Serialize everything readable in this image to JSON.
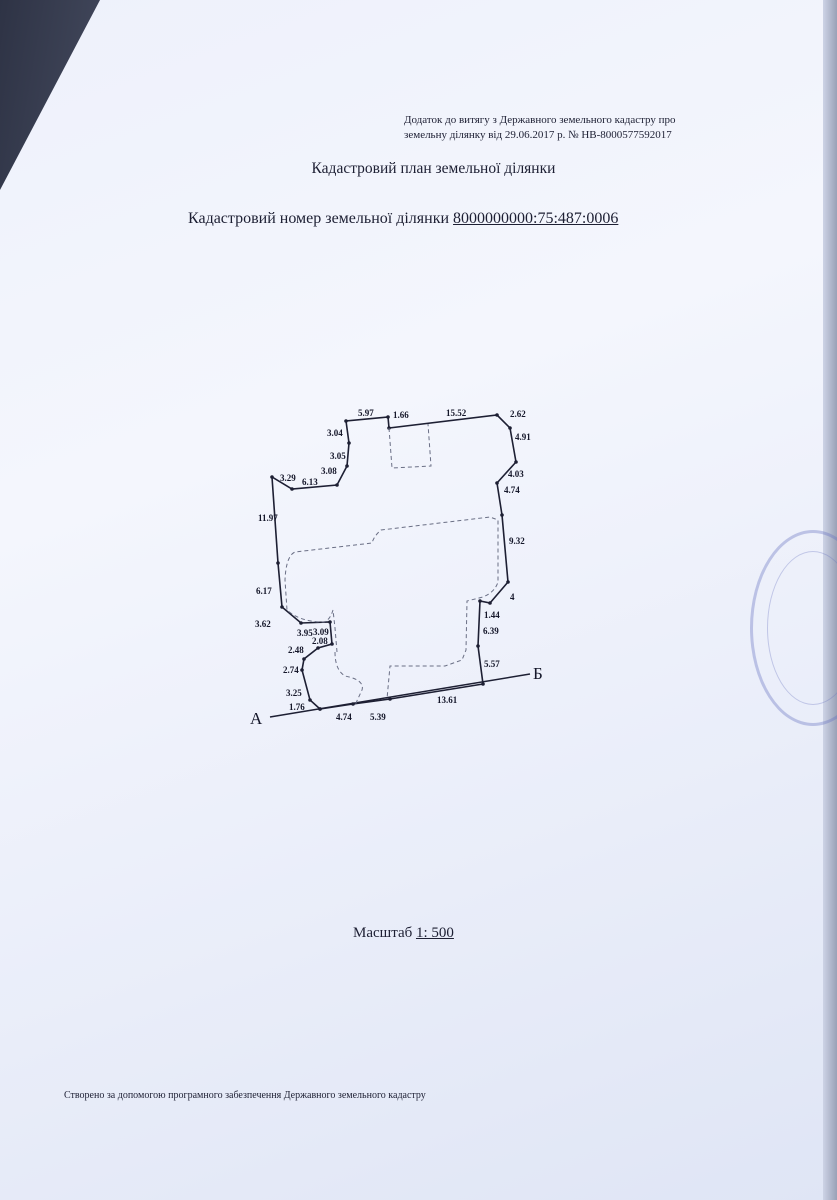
{
  "annex": {
    "line1": "Додаток до витягу з Державного земельного кадастру про",
    "line2": "земельну ділянку від 29.06.2017 р. № НВ-8000577592017"
  },
  "title": "Кадастровий план земельної ділянки",
  "cadastral": {
    "label": "Кадастровий номер земельної ділянки",
    "number": "8000000000:75:487:0006"
  },
  "plan": {
    "point_a": "А",
    "point_b": "Б",
    "segment_lengths": [
      "5.97",
      "1.66",
      "15.52",
      "2.62",
      "3.04",
      "4.91",
      "3.05",
      "3.08",
      "4.03",
      "3.29",
      "6.13",
      "4.74",
      "11.97",
      "9.32",
      "6.17",
      "4",
      "1.44",
      "3.62",
      "6.39",
      "3.95",
      "3.09",
      "2.08",
      "2.48",
      "5.57",
      "2.74",
      "3.25",
      "1.76",
      "4.74",
      "5.39",
      "13.61"
    ]
  },
  "scale": {
    "label": "Масштаб",
    "value": "1: 500"
  },
  "footer": "Створено за допомогою програмного забезпечення Державного земельного кадастру"
}
